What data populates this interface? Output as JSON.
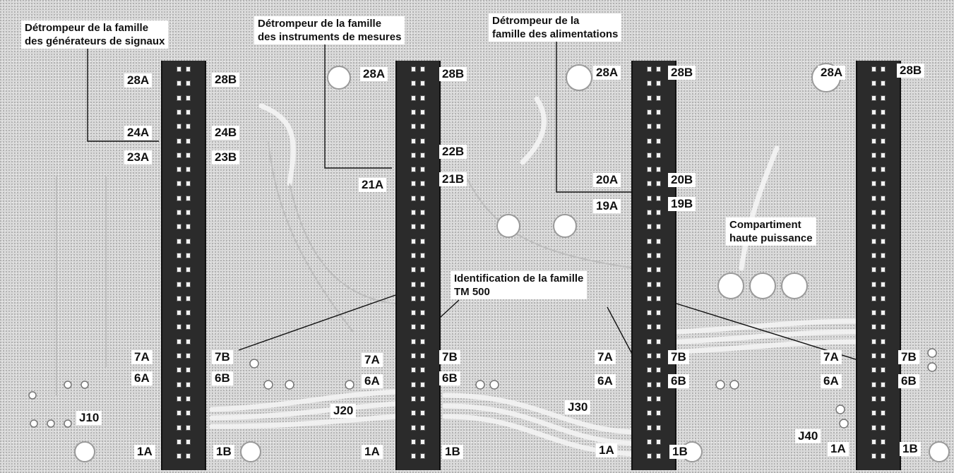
{
  "callouts": {
    "signal_generators": {
      "line1": "Détrompeur de la famille",
      "line2": "des générateurs de signaux"
    },
    "measuring_instruments": {
      "line1": "Détrompeur de la famille",
      "line2": "des instruments de mesures"
    },
    "power_supplies": {
      "line1": "Détrompeur de la",
      "line2": "famille des alimentations"
    },
    "family_id": {
      "line1": "Identification de la famille",
      "line2": "TM 500"
    },
    "high_power": {
      "line1": "Compartiment",
      "line2": "haute puissance"
    }
  },
  "slots": [
    {
      "name": "J10",
      "labels": [
        "28A",
        "28B",
        "24A",
        "24B",
        "23A",
        "23B",
        "7A",
        "7B",
        "6A",
        "6B",
        "1A",
        "1B"
      ]
    },
    {
      "name": "J20",
      "labels": [
        "28A",
        "28B",
        "22B",
        "21A",
        "21B",
        "7A",
        "7B",
        "6A",
        "6B",
        "1A",
        "1B"
      ]
    },
    {
      "name": "J30",
      "labels": [
        "28A",
        "28B",
        "20A",
        "20B",
        "19A",
        "19B",
        "7A",
        "7B",
        "6A",
        "6B",
        "1A",
        "1B"
      ]
    },
    {
      "name": "J40",
      "labels": [
        "28A",
        "28B",
        "7A",
        "7B",
        "6A",
        "6B",
        "1A",
        "1B"
      ]
    }
  ]
}
